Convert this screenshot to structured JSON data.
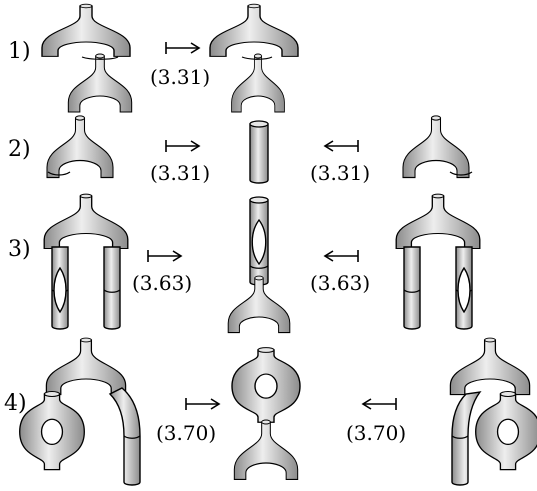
{
  "rows": [
    {
      "label": "1)",
      "arrows": [
        {
          "direction": "right",
          "symbol": "↦",
          "reference": "(3.31)"
        }
      ]
    },
    {
      "label": "2)",
      "arrows": [
        {
          "direction": "right",
          "symbol": "↦",
          "reference": "(3.31)"
        },
        {
          "direction": "left",
          "symbol": "↤",
          "reference": "(3.31)"
        }
      ]
    },
    {
      "label": "3)",
      "arrows": [
        {
          "direction": "right",
          "symbol": "↦",
          "reference": "(3.63)"
        },
        {
          "direction": "left",
          "symbol": "↤",
          "reference": "(3.63)"
        }
      ]
    },
    {
      "label": "4)",
      "arrows": [
        {
          "direction": "right",
          "symbol": "↦",
          "reference": "(3.70)"
        },
        {
          "direction": "left",
          "symbol": "↤",
          "reference": "(3.70)"
        }
      ]
    }
  ],
  "colors": {
    "surface_light": "#eeeeee",
    "surface_dark": "#8c8c8c",
    "outline": "#000000"
  }
}
